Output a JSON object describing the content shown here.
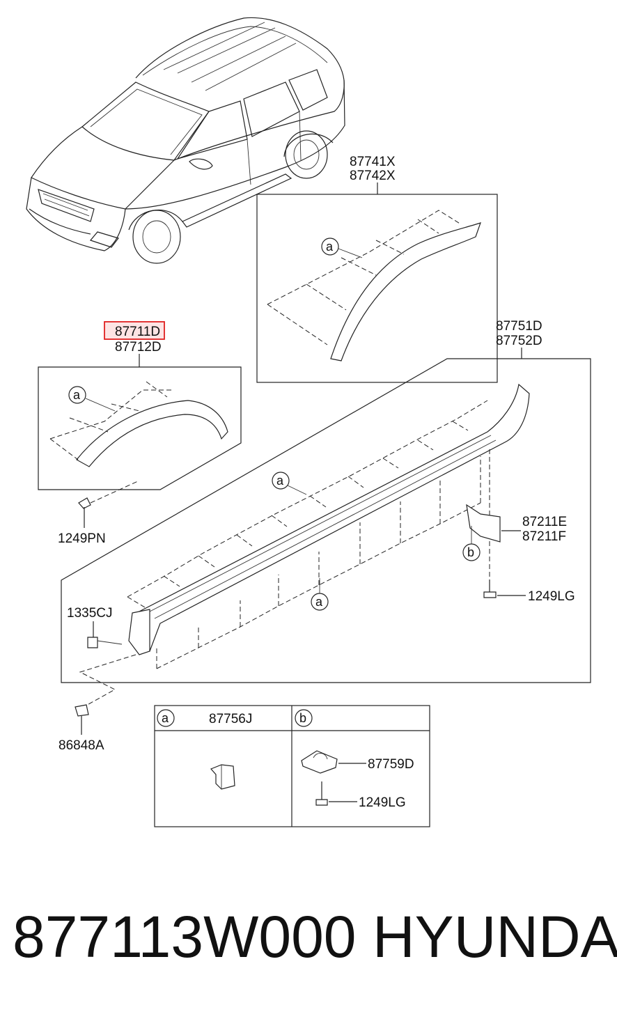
{
  "labels": {
    "p87741_42": [
      "87741X",
      "87742X"
    ],
    "p87711_12": [
      "87711D",
      "87712D"
    ],
    "p87751_52": [
      "87751D",
      "87752D"
    ],
    "p1249pn": "1249PN",
    "p87211": [
      "87211E",
      "87211F"
    ],
    "p1335cj": "1335CJ",
    "p1249lg": "1249LG",
    "p86848a": "86848A"
  },
  "callouts": {
    "a": "a",
    "b": "b"
  },
  "legend": {
    "a_key": "a",
    "a_part": "87756J",
    "b_key": "b",
    "b_part1": "87759D",
    "b_part2": "1249LG"
  },
  "highlight": {
    "part": "87711D",
    "color": "#e02020"
  },
  "footer": {
    "part_number": "877113W000",
    "brand": "HYUNDAI"
  }
}
